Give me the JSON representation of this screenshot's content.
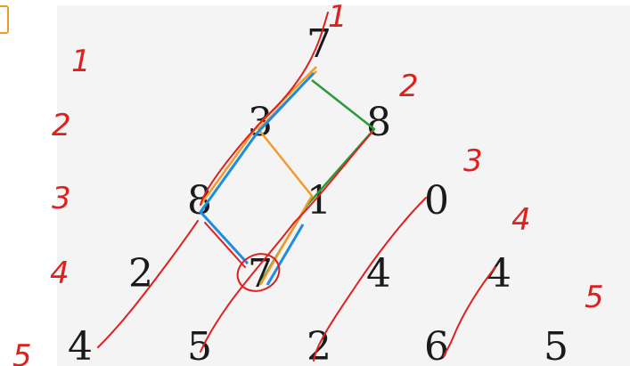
{
  "triangle": {
    "rows": [
      [
        "7"
      ],
      [
        "3",
        "8"
      ],
      [
        "8",
        "1",
        "0"
      ],
      [
        "2",
        "7",
        "4",
        "4"
      ],
      [
        "4",
        "5",
        "2",
        "6",
        "5"
      ]
    ]
  },
  "annotations": {
    "left_row_numbers": [
      "1",
      "2",
      "3",
      "4",
      "5"
    ],
    "diagonal_numbers": [
      "1",
      "2",
      "3",
      "4",
      "5"
    ]
  },
  "colors": {
    "red": "#e0201e",
    "blue": "#1e8de0",
    "orange": "#f39a2a",
    "green": "#2a9a3a",
    "digit": "#1a1a1a"
  }
}
